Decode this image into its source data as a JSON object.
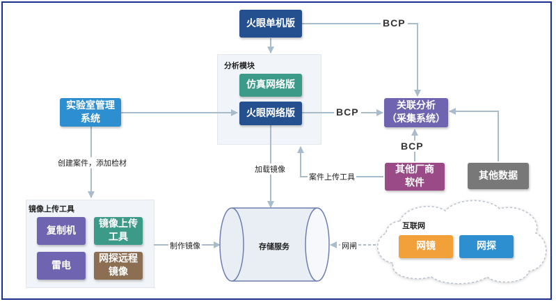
{
  "labels": {
    "huoyan_standalone": "火眼单机版",
    "analysis_module": "分析模块",
    "sim_network": "仿真网络版",
    "huoyan_network": "火眼网络版",
    "lab_system": "实验室管理\n系统",
    "correlation": "关联分析\n（采集系统）",
    "other_vendor": "其他厂商\n软件",
    "other_data": "其他数据",
    "mirror_tools": "镜像上传工具",
    "copier": "复制机",
    "mirror_upload_tool": "镜像上传\n工具",
    "leidian": "雷电",
    "remote_mirror": "网探远程\n镜像",
    "storage": "存储服务",
    "internet": "互联网",
    "wangjing": "网镜",
    "wangtan": "网探"
  },
  "edges": {
    "bcp_top": "BCP",
    "bcp_mid": "BCP",
    "bcp_vendor": "BCP",
    "create_case": "创建案件，添加检材",
    "load_mirror": "加载镜像",
    "case_upload": "案件上传工具",
    "make_mirror": "制作镜像",
    "network": "网闸"
  },
  "colors": {
    "arrow": "#a9bccb",
    "dark_blue": "#24508f",
    "frame": "#1b2f8f"
  }
}
